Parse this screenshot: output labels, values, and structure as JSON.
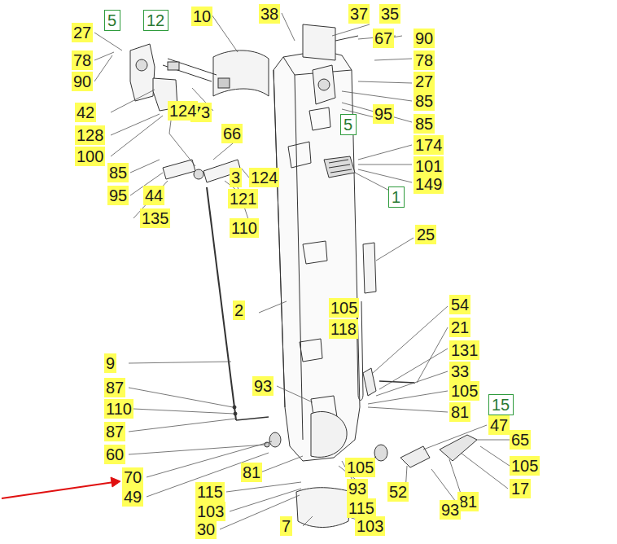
{
  "diagram": {
    "nodes": [
      {
        "text": [
          "5"
        ]
      },
      {
        "text": [
          "12"
        ]
      },
      {
        "text": [
          "5"
        ]
      },
      {
        "text": [
          "1"
        ]
      },
      {
        "text": [
          "15"
        ]
      }
    ],
    "labels": [
      "10",
      "38",
      "37",
      "35",
      "27",
      "90",
      "67",
      "78",
      "78",
      "90",
      "27",
      "85",
      "95",
      "73",
      "42",
      "85",
      "128",
      "66",
      "124",
      "174",
      "100",
      "101",
      "85",
      "124",
      "3",
      "149",
      "95",
      "44",
      "121",
      "135",
      "110",
      "25",
      "2",
      "105",
      "54",
      "118",
      "21",
      "131",
      "9",
      "33",
      "87",
      "93",
      "105",
      "81",
      "110",
      "47",
      "87",
      "65",
      "60",
      "105",
      "81",
      "70",
      "105",
      "17",
      "49",
      "115",
      "93",
      "52",
      "81",
      "103",
      "115",
      "93",
      "30",
      "7",
      "103"
    ]
  }
}
